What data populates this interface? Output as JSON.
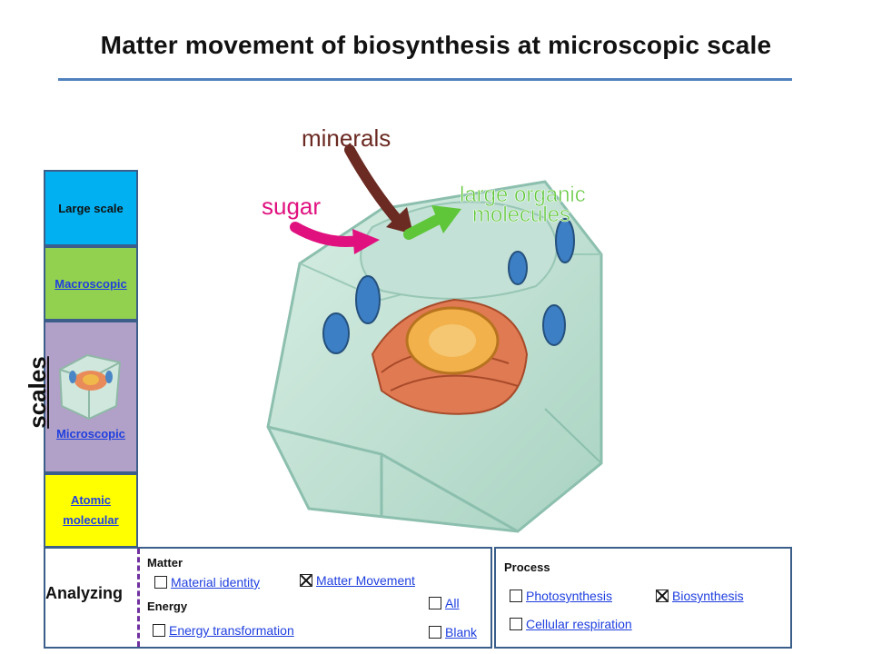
{
  "title": "Matter movement of biosynthesis at microscopic scale",
  "scales": {
    "label": "scales",
    "items": [
      {
        "label": "Large scale"
      },
      {
        "label": "Macroscopic"
      },
      {
        "label": "Microscopic"
      },
      {
        "label_line1": "Atomic",
        "label_line2": "molecular"
      }
    ]
  },
  "illustration": {
    "minerals": "minerals",
    "sugar": "sugar",
    "organic_line1": "large organic",
    "organic_line2": "molecules",
    "colors": {
      "minerals": "#6b2a22",
      "sugar": "#e0117f",
      "organic": "#5fc63a"
    }
  },
  "analyzing": {
    "label": "Analyzing",
    "matter_heading": "Matter",
    "energy_heading": "Energy",
    "options": {
      "material_identity": {
        "label": "Material identity",
        "checked": false
      },
      "matter_movement": {
        "label": "Matter Movement",
        "checked": true
      },
      "energy_transformation": {
        "label": "Energy transformation",
        "checked": false
      },
      "all": {
        "label": "All",
        "checked": false
      },
      "blank": {
        "label": "Blank",
        "checked": false
      }
    }
  },
  "process": {
    "heading": "Process",
    "options": {
      "photosynthesis": {
        "label": "Photosynthesis",
        "checked": false
      },
      "biosynthesis": {
        "label": "Biosynthesis",
        "checked": true
      },
      "cellular_respiration": {
        "label": "Cellular respiration",
        "checked": false
      }
    }
  }
}
